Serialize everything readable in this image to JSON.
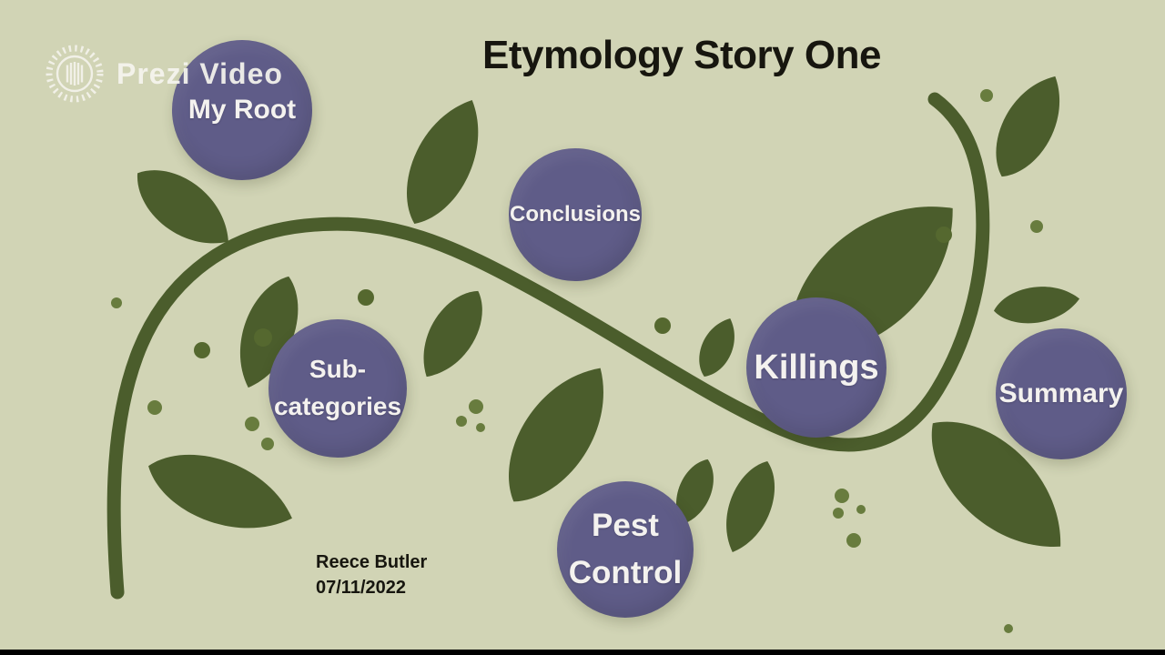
{
  "header": {
    "brand": "Prezi Video",
    "title": "Etymology Story One"
  },
  "topics": [
    {
      "id": "my-root",
      "label_lines": [
        "My Root"
      ]
    },
    {
      "id": "conclusions",
      "label_lines": [
        "Conclusions"
      ]
    },
    {
      "id": "sub-categories",
      "label_lines": [
        "Sub-",
        "categories"
      ]
    },
    {
      "id": "killings",
      "label_lines": [
        "Killings"
      ]
    },
    {
      "id": "summary",
      "label_lines": [
        "Summary"
      ]
    },
    {
      "id": "pest-control",
      "label_lines": [
        "Pest",
        "Control"
      ]
    }
  ],
  "footer": {
    "author": "Reece Butler",
    "date": "07/11/2022"
  },
  "icons": {
    "logo": "prezi-sunburst-icon"
  },
  "colors": {
    "background": "#d1d4b5",
    "foliage": "#4b5d2c",
    "dot_small": "#687c3e",
    "dot_large": "#55682f",
    "bubble": "#5f5c88",
    "bubble_text": "#f4f2ef",
    "title_text": "#17160f",
    "logo_text": "#f6f5ef",
    "letterbox": "#000000"
  }
}
